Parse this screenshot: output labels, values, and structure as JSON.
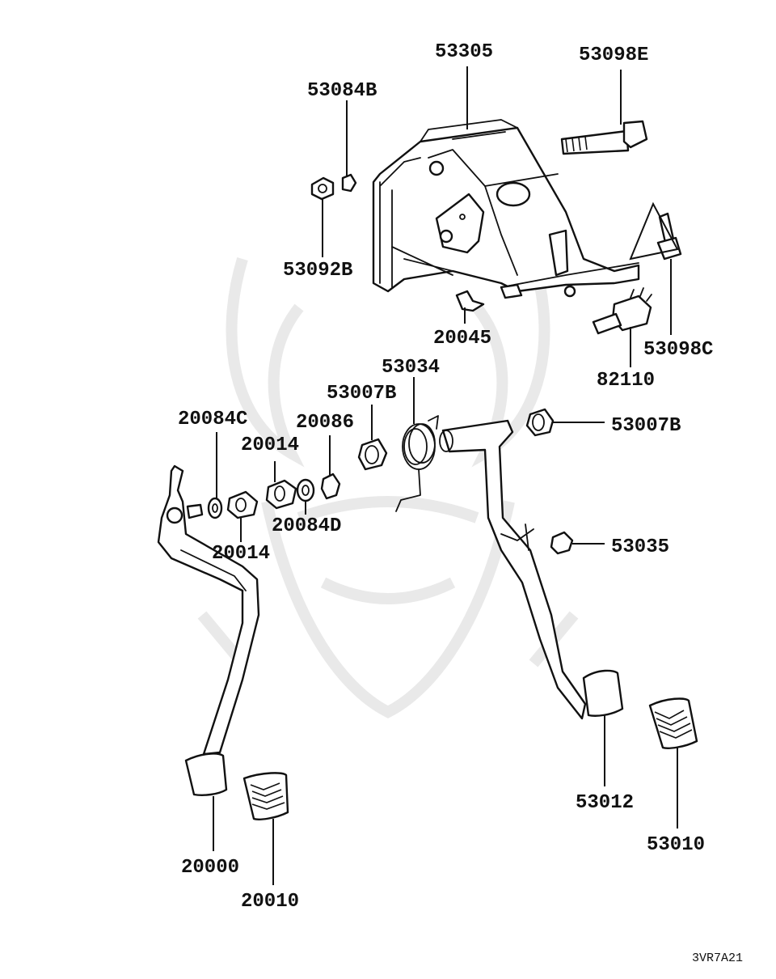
{
  "diagram": {
    "colors": {
      "ink": "#111111",
      "background": "#ffffff",
      "watermark": "#e9e9e9"
    },
    "part_numbers": {
      "p53305": "53305",
      "p53098E": "53098E",
      "p53084B": "53084B",
      "p53092B": "53092B",
      "p20045": "20045",
      "p53098C": "53098C",
      "p82110": "82110",
      "p53034": "53034",
      "p53007B_spring": "53007B",
      "p20084C": "20084C",
      "p20086": "20086",
      "p20014_top": "20014",
      "p20014_bottom": "20014",
      "p20084D": "20084D",
      "p53007B_right": "53007B",
      "p53035": "53035",
      "p53012": "53012",
      "p53010": "53010",
      "p20000": "20000",
      "p20010": "20010"
    },
    "diagram_code": "3VR7A21"
  }
}
